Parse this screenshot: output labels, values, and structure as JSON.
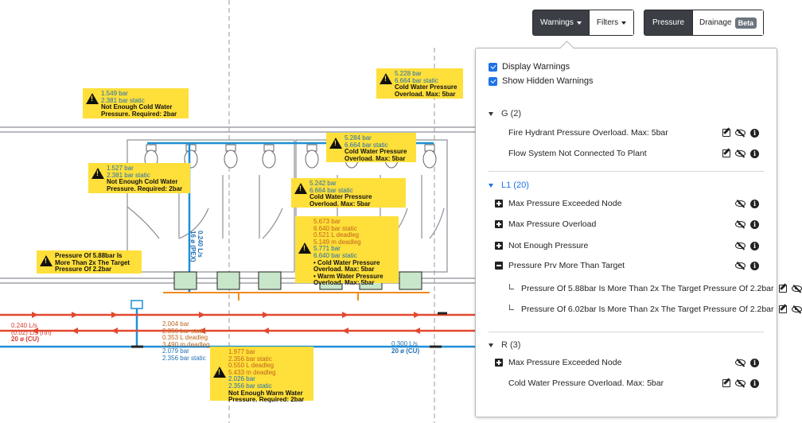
{
  "toolbar": {
    "warnings_label": "Warnings",
    "filters_label": "Filters",
    "pressure_label": "Pressure",
    "drainage_label": "Drainage",
    "beta_label": "Beta"
  },
  "panel": {
    "display_warnings": "Display Warnings",
    "show_hidden": "Show Hidden Warnings",
    "groups": {
      "g": {
        "label": "G (2)",
        "items": [
          "Fire Hydrant Pressure Overload. Max: 5bar",
          "Flow System Not Connected To Plant"
        ]
      },
      "l1": {
        "label": "L1 (20)",
        "items": [
          "Max Pressure Exceeded Node",
          "Max Pressure Overload",
          "Not Enough Pressure",
          "Pressure Prv More Than Target"
        ],
        "sub_items": [
          "Pressure Of 5.88bar Is More Than 2x The Target Pressure Of 2.2bar",
          "Pressure Of 6.02bar Is More Than 2x The Target Pressure Of 2.2bar"
        ]
      },
      "r": {
        "label": "R (3)",
        "items": [
          "Max Pressure Exceeded Node",
          "Cold Water Pressure Overload. Max: 5bar"
        ]
      }
    }
  },
  "icons": {
    "edit": "edit-icon",
    "hide": "eye-slash-icon",
    "info": "info-icon",
    "warning": "warning-triangle-icon"
  },
  "colors": {
    "cold": "#1f8fd6",
    "hot": "#e2492f",
    "warm": "#ef8a1d",
    "warning_bg": "#ffdf3a",
    "accent": "#1d72e8"
  },
  "drawing": {
    "w1": {
      "l1": "1.549 bar",
      "l2": "2.381 bar static",
      "l3": "Not Enough Cold Water",
      "l4": "Pressure. Required: 2bar"
    },
    "w2": {
      "l1": "1.527 bar",
      "l2": "2.381 bar static",
      "l3": "Not Enough Cold Water",
      "l4": "Pressure. Required: 2bar"
    },
    "w3": {
      "l1": "Pressure Of 5.88bar Is",
      "l2": "More Than 2x The Target",
      "l3": "Pressure Of 2.2bar"
    },
    "w4": {
      "l1": "5.228 bar",
      "l2": "6.664 bar static",
      "l3": "Cold Water Pressure",
      "l4": "Overload. Max: 5bar"
    },
    "w5": {
      "l1": "5.284 bar",
      "l2": "6.664 bar static",
      "l3": "Cold Water Pressure",
      "l4": "Overload. Max: 5bar"
    },
    "w6": {
      "l1": "5.242 bar",
      "l2": "6.664 bar static",
      "l3": "Cold Water Pressure",
      "l4": "Overload. Max: 5bar"
    },
    "w7": {
      "l1": "5.673 bar",
      "l2": "6.640 bar static",
      "l3": "0.521 L deadleg",
      "l4": "5.149 m deadleg",
      "l5": "5.771 bar",
      "l6": "6.640 bar static",
      "l7": "• Cold Water Pressure",
      "l8": "Overload. Max: 5bar",
      "l9": "• Warm Water Pressure",
      "l10": "Overload. Max: 5bar"
    },
    "w8": {
      "l1": "1.977 bar",
      "l2": "2.356 bar static",
      "l3": "0.550 L deadleg",
      "l4": "5.433 m deadleg",
      "l5": "2.026 bar",
      "l6": "2.356 bar static",
      "l7": "Not Enough Warm Water",
      "l8": "Pressure. Required: 2bar"
    },
    "left_pipe": {
      "l1": "0.240 L/s",
      "l2": "(0.02) L/s (rtn)",
      "l3": "20 ø (CU)"
    },
    "mid_pipe": {
      "l1": "2.004 bar",
      "l2": "2.356 bar static",
      "l3": "0.353 L deadleg",
      "l4": "3.490 m deadleg",
      "l5": "2.079 bar",
      "l6": "2.356 bar static"
    },
    "right_pipe": {
      "l1": "0.300 L/s",
      "l2": "20 ø (CU)"
    },
    "riser": {
      "l1": "0.240 L/s",
      "l2": "16 ø (PEX)"
    }
  }
}
